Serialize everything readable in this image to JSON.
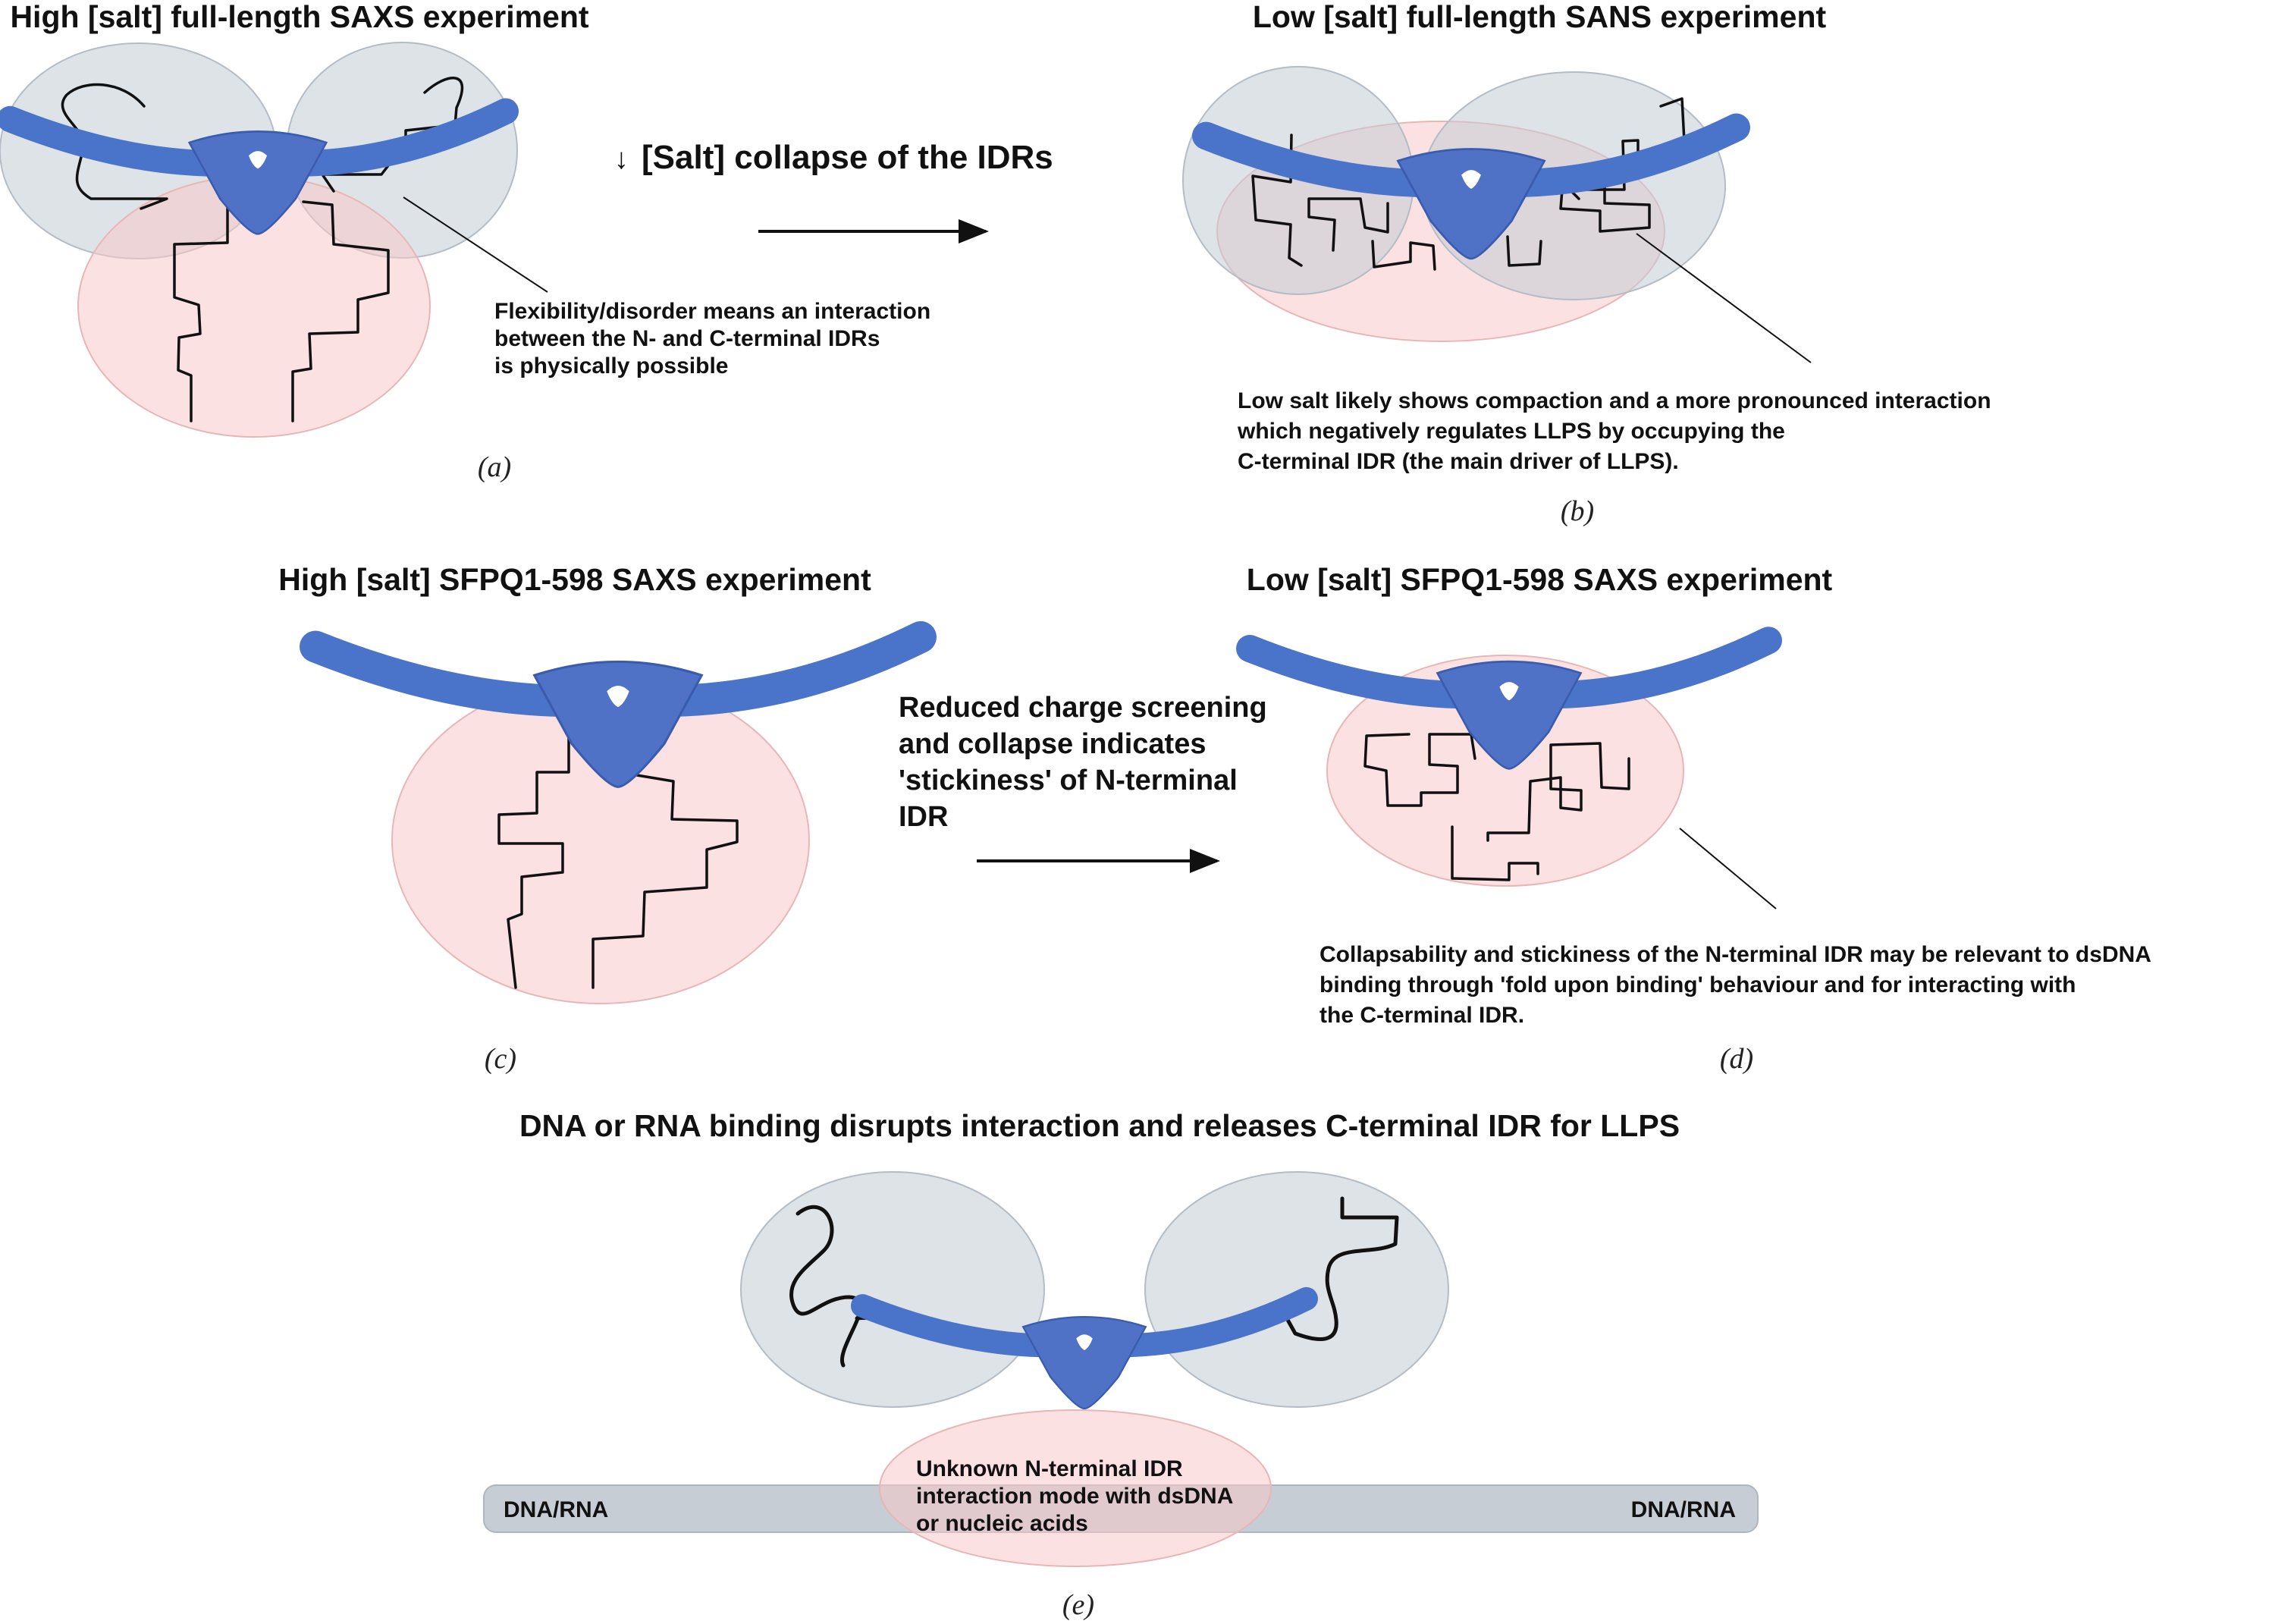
{
  "panels": {
    "a": {
      "title": "High [salt] full-length SAXS experiment",
      "caption": [
        "Flexibility/disorder means an interaction",
        "between the N- and C-terminal IDRs",
        "is physically possible"
      ],
      "label": "(a)"
    },
    "b": {
      "title": "Low [salt] full-length SANS experiment",
      "caption": [
        "Low salt likely shows compaction and a more pronounced interaction",
        "which negatively regulates LLPS by occupying the",
        "C-terminal IDR (the main driver of LLPS)."
      ],
      "label": "(b)"
    },
    "ab_transition": "[Salt] collapse of the IDRs",
    "ab_arrow_glyph": "↓",
    "c": {
      "title": "High [salt] SFPQ1-598 SAXS experiment",
      "label": "(c)"
    },
    "cd_transition": [
      "Reduced charge screening",
      "and collapse indicates",
      "'stickiness' of N-terminal",
      "IDR"
    ],
    "d": {
      "title": "Low [salt] SFPQ1-598 SAXS experiment",
      "caption": [
        "Collapsability and stickiness of the N-terminal IDR may be relevant to dsDNA",
        "binding through 'fold upon binding' behaviour and for interacting with",
        "the C-terminal IDR."
      ],
      "label": "(d)"
    },
    "e": {
      "title": "DNA or RNA binding disrupts interaction and releases C-terminal IDR for LLPS",
      "center_text": [
        "Unknown N-terminal IDR",
        "interaction mode with dsDNA",
        "or nucleic acids"
      ],
      "left_strand": "DNA/RNA",
      "right_strand": "DNA/RNA",
      "label": "(e)"
    }
  },
  "colors": {
    "protein": "#4a74c9",
    "c_terminal_region": "#c3ccd6",
    "n_terminal_region": "#f7c9c9",
    "idr_chain": "#111111",
    "nucleic_acid": "#c6cdd4"
  }
}
